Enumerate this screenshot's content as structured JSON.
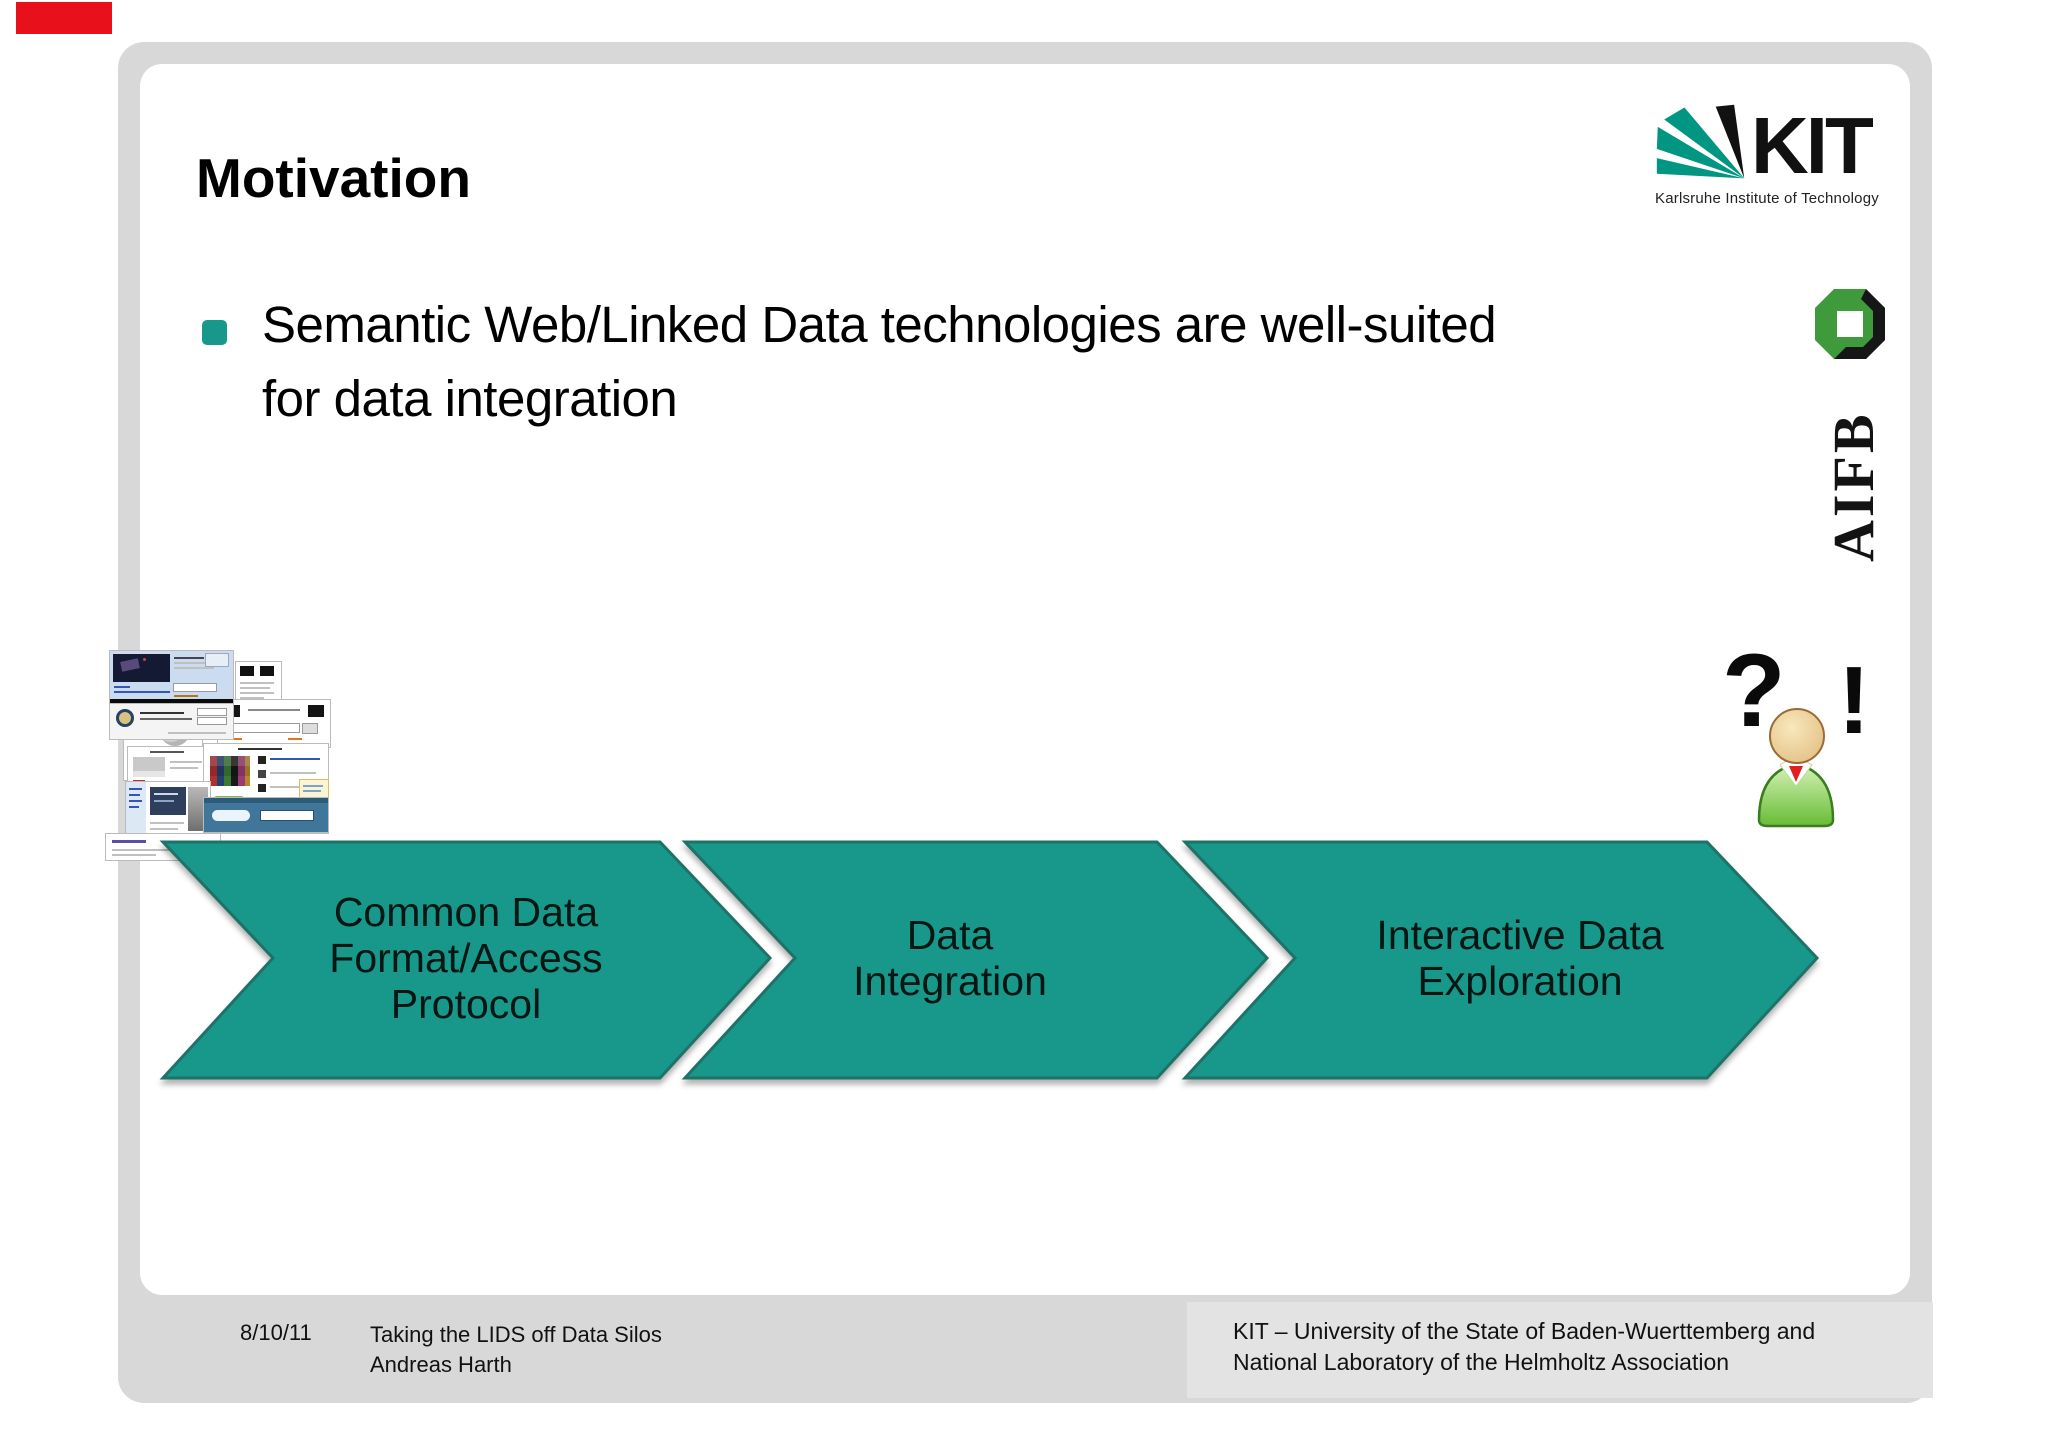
{
  "slide": {
    "title": "Motivation",
    "bullet": {
      "lines": [
        "Semantic Web/Linked Data technologies are well-suited",
        "for data integration"
      ]
    },
    "chevrons": [
      {
        "lines": [
          "Common Data",
          "Format/Access",
          "Protocol"
        ]
      },
      {
        "lines": [
          "Data",
          "Integration"
        ]
      },
      {
        "lines": [
          "Interactive Data",
          "Exploration"
        ]
      }
    ],
    "annotations": {
      "question": "?",
      "exclamation": "!"
    }
  },
  "logos": {
    "kit": {
      "acronym": "KIT",
      "tagline": "Karlsruhe Institute of Technology"
    },
    "aifb": {
      "name": "AIFB"
    }
  },
  "footer": {
    "date": "8/10/11",
    "presentation_title": "Taking the LIDS off Data Silos",
    "author": "Andreas Harth",
    "affiliation1": "KIT – University of the State of Baden-Wuerttemberg and",
    "affiliation2": "National Laboratory of the Helmholtz Association"
  },
  "colors": {
    "accent_teal": "#18988a",
    "teal_border": "#1f7268",
    "kit_green": "#009682",
    "red_bar": "#e8111b",
    "frame_gray": "#d8d8d8"
  }
}
